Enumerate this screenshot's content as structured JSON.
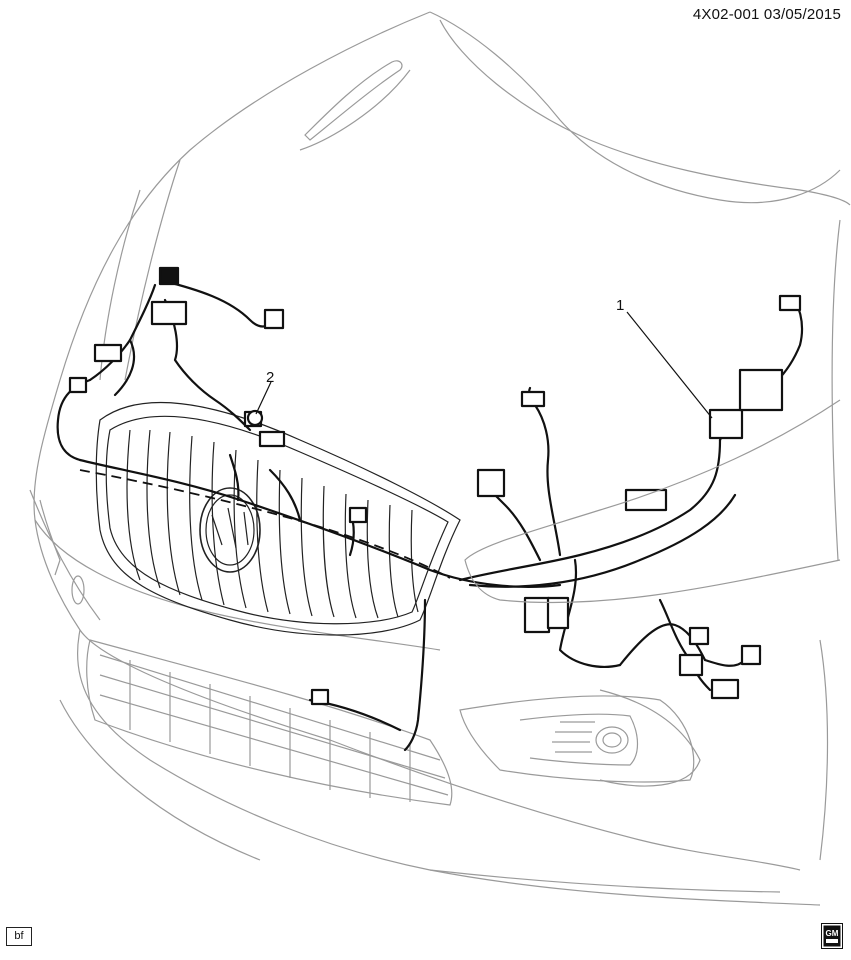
{
  "header": {
    "document_id": "4X02-001 03/05/2015"
  },
  "callouts": {
    "item_1": "1",
    "item_2": "2"
  },
  "footer": {
    "tag": "bf",
    "logo_text": "GM"
  },
  "colors": {
    "line": "#111111",
    "body_line": "#9a9a9a",
    "background": "#ffffff"
  }
}
